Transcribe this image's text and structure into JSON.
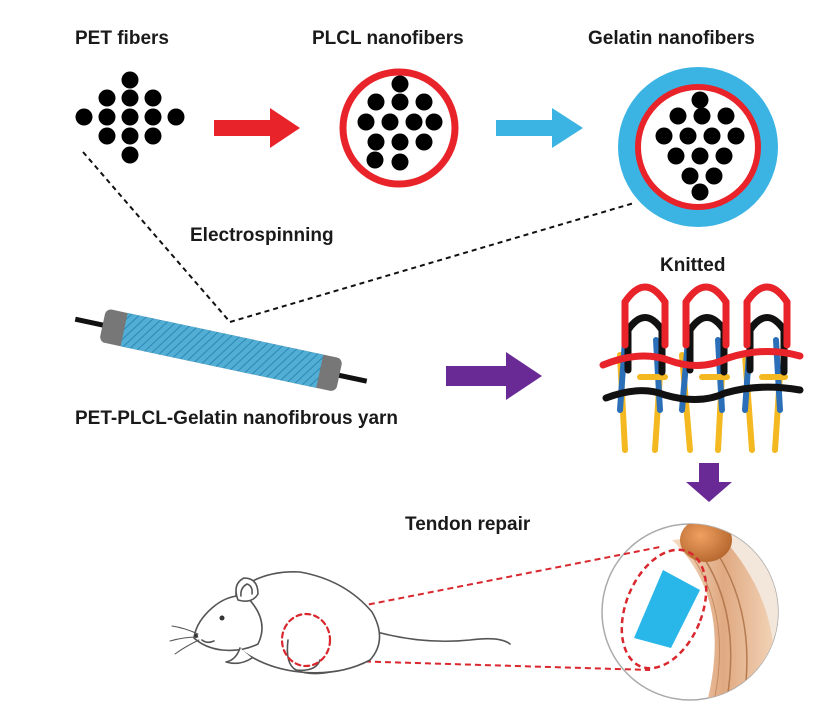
{
  "labels": {
    "pet_fibers": "PET fibers",
    "plcl_nanofibers": "PLCL nanofibers",
    "gelatin_nanofibers": "Gelatin nanofibers",
    "electrospinning": "Electrospinning",
    "yarn": "PET-PLCL-Gelatin nanofibrous yarn",
    "knitted": "Knitted",
    "tendon_repair": "Tendon repair"
  },
  "colors": {
    "fiber": "#000000",
    "plcl": "#e8232a",
    "gelatin": "#3bb4e4",
    "red_arrow": "#e8232a",
    "blue_arrow": "#3bb4e4",
    "purple_arrow": "#6a2a96",
    "yarn_core": "#7a7a7a",
    "yarn_sheath": "#4fa9cf",
    "knit_red": "#e8232a",
    "knit_black": "#111111",
    "knit_blue": "#2a6fb8",
    "knit_yellow": "#f4b820",
    "tendon": "#d9a27a",
    "muscle": "#c8773a",
    "dashed_red": "#d9272e"
  }
}
